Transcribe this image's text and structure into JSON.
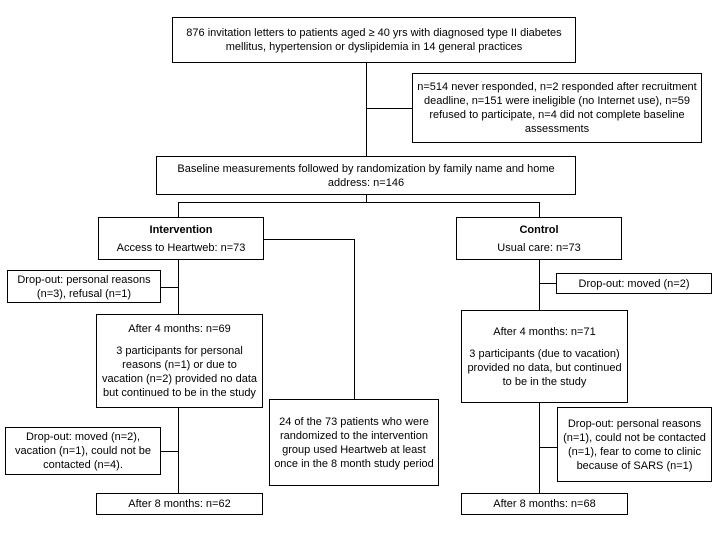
{
  "diagram": {
    "title": "CONSORT-style participant flow diagram",
    "line_color": "#000000",
    "box_border_color": "#000000",
    "background_color": "#ffffff",
    "nodes": {
      "invitation": {
        "text": "876 invitation letters to patients aged ≥ 40 yrs with diagnosed type II diabetes mellitus, hypertension or dyslipidemia in 14 general practices"
      },
      "exclusions": {
        "text": "n=514 never responded, n=2 responded after recruitment deadline, n=151 were ineligible (no Internet use), n=59 refused to participate, n=4 did not complete baseline assessments"
      },
      "baseline": {
        "text": "Baseline measurements followed by randomization by family name and home address: n=146"
      },
      "intervention": {
        "title": "Intervention",
        "text": "Access to Heartweb: n=73"
      },
      "control": {
        "title": "Control",
        "text": "Usual care: n=73"
      },
      "intervention_dropout_1": {
        "text": "Drop-out: personal reasons (n=3), refusal (n=1)"
      },
      "control_dropout_1": {
        "text": "Drop-out: moved (n=2)"
      },
      "intervention_4months": {
        "headline": "After 4 months: n=69",
        "note": "3 participants for personal reasons (n=1) or due to vacation (n=2) provided no data but continued to be in the study"
      },
      "control_4months": {
        "headline": "After 4 months: n=71",
        "note": "3 participants (due to vacation) provided no data, but continued to be in the study"
      },
      "heartweb_usage": {
        "text": "24 of the 73 patients who were randomized to the intervention group used Heartweb at least once in the 8 month study period"
      },
      "intervention_dropout_2": {
        "text": "Drop-out: moved (n=2), vacation (n=1), could not be contacted (n=4)."
      },
      "control_dropout_2": {
        "text": "Drop-out: personal reasons (n=1), could not be contacted (n=1), fear to come to clinic because of SARS (n=1)"
      },
      "intervention_8months": {
        "text": "After 8 months: n=62"
      },
      "control_8months": {
        "text": "After 8 months: n=68"
      }
    }
  }
}
